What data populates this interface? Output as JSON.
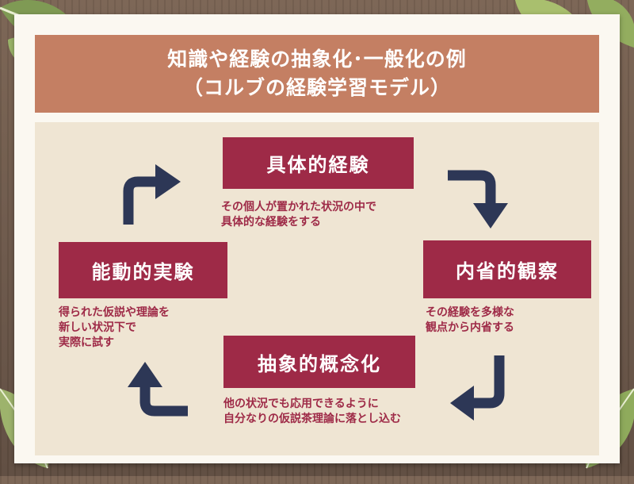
{
  "title": {
    "line1": "知識や経験の抽象化･一般化の例",
    "line2": "（コルブの経験学習モデル）"
  },
  "stages": {
    "top": {
      "label": "具体的経験",
      "desc": [
        "その個人が置かれた状況の中で",
        "具体的な経験をする"
      ]
    },
    "right": {
      "label": "内省的観察",
      "desc": [
        "その経験を多様な",
        "観点から内省する"
      ]
    },
    "bottom": {
      "label": "抽象的概念化",
      "desc": [
        "他の状況でも応用できるように",
        "自分なりの仮説茶理論に落とし込む"
      ]
    },
    "left": {
      "label": "能動的実験",
      "desc": [
        "得られた仮説や理論を",
        "新しい状況下で",
        "実際に試す"
      ]
    }
  },
  "colors": {
    "title_bar": "#c47f63",
    "stage_box": "#9e2a47",
    "desc_text": "#9e2a47",
    "arrow": "#2d3756",
    "content_bg": "#efe5d3",
    "board": "#fbf8f1"
  },
  "icons": [
    "curved-arrow-icon",
    "leaf-icon"
  ]
}
